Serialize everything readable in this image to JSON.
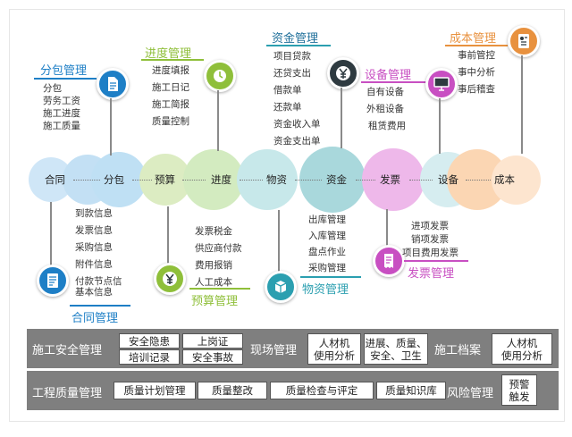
{
  "timeline": [
    "合同",
    "分包",
    "预算",
    "进度",
    "物资",
    "资金",
    "发票",
    "设备",
    "成本"
  ],
  "colors": {
    "blue": "#1e7fc6",
    "teal": "#2b9fb0",
    "green": "#8fbf3a",
    "orange": "#e8913e",
    "magenta": "#c84fc2",
    "gray": "#7f7f7f",
    "dark": "#2e3a40"
  },
  "top": {
    "fenbao": {
      "title": "分包管理",
      "items": [
        "分包",
        "劳务工资",
        "施工进度",
        "施工质量"
      ]
    },
    "jindu": {
      "title": "进度管理",
      "items": [
        "进度填报",
        "施工日记",
        "施工简报",
        "质量控制"
      ]
    },
    "zijin": {
      "title": "资金管理",
      "items": [
        "项目贷款",
        "还贷支出",
        "借款单",
        "还款单",
        "资金收入单",
        "资金支出单"
      ]
    },
    "shebei": {
      "title": "设备管理",
      "items": [
        "自有设备",
        "外租设备",
        "租赁费用"
      ]
    },
    "chengben": {
      "title": "成本管理",
      "items": [
        "事前管控",
        "事中分析",
        "事后稽查"
      ]
    }
  },
  "bottom": {
    "hetong": {
      "title": "合同管理",
      "items": [
        "到款信息",
        "发票信息",
        "采购信息",
        "附件信息",
        "付款节点信",
        "基本信息"
      ]
    },
    "yusuan": {
      "title": "预算管理",
      "items": [
        "发票税金",
        "供应商付款",
        "费用报销",
        "人工成本"
      ]
    },
    "wuzi": {
      "title": "物资管理",
      "items": [
        "出库管理",
        "入库管理",
        "盘点作业",
        "采购管理"
      ]
    },
    "fapiao": {
      "title": "发票管理",
      "items": [
        "进项发票",
        "销项发票",
        "项目费用发票"
      ]
    }
  },
  "bar1": {
    "label1": "施工安全管理",
    "cells1": [
      "安全隐患",
      "上岗证",
      "培训记录",
      "安全事故"
    ],
    "label2": "现场管理",
    "cell_a": "人材机\n使用分析",
    "cell_b": "进展、质量、\n安全、卫生",
    "label3": "施工档案",
    "cell_c": "人材机\n使用分析"
  },
  "bar2": {
    "label1": "工程质量管理",
    "cells": [
      "质量计划管理",
      "质量整改",
      "质量检查与评定",
      "质量知识库"
    ],
    "label2": "风险管理",
    "cell_risk": "预警\n触发"
  },
  "icons": [
    "document-icon",
    "clock-icon",
    "yuan-coin-icon",
    "monitor-icon",
    "receipt-icon",
    "contract-icon",
    "yuan-coin-icon",
    "package-icon",
    "invoice-icon"
  ]
}
